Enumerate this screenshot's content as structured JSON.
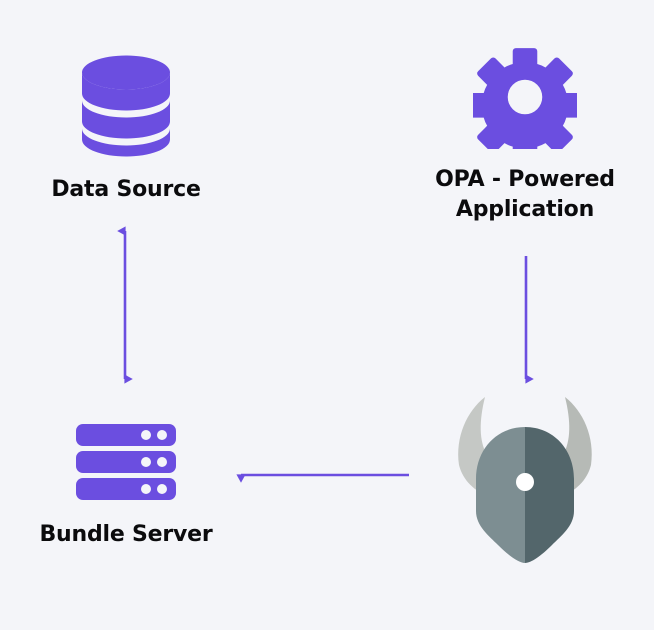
{
  "diagram": {
    "title": "OPA bundle architecture diagram",
    "background_color": "#F4F5F9",
    "accent_color": "#6B4EE0",
    "text_color": "#0B0B0D",
    "helmet_light_color": "#7D8E92",
    "helmet_dark_color": "#53666B",
    "horn_color": "#C5C8C5",
    "horn_dark_color": "#B6BAB6"
  },
  "nodes": {
    "data_source": {
      "label": "Data Source",
      "icon": "database-icon"
    },
    "opa_application": {
      "label": "OPA - Powered\nApplication",
      "icon": "gear-icon"
    },
    "bundle_server": {
      "label": "Bundle Server",
      "icon": "server-stack-icon"
    },
    "opa_mascot": {
      "label": "",
      "icon": "opa-viking-helmet-icon"
    }
  },
  "connectors": [
    {
      "name": "data-source-to-bundle-server",
      "from": "Data Source",
      "to": "Bundle Server",
      "direction": "bidirectional",
      "orientation": "vertical"
    },
    {
      "name": "opa-application-to-opa-mascot",
      "from": "OPA - Powered Application",
      "to": "OPA",
      "direction": "down",
      "orientation": "vertical"
    },
    {
      "name": "opa-mascot-to-bundle-server",
      "from": "OPA",
      "to": "Bundle Server",
      "direction": "left",
      "orientation": "horizontal"
    }
  ]
}
